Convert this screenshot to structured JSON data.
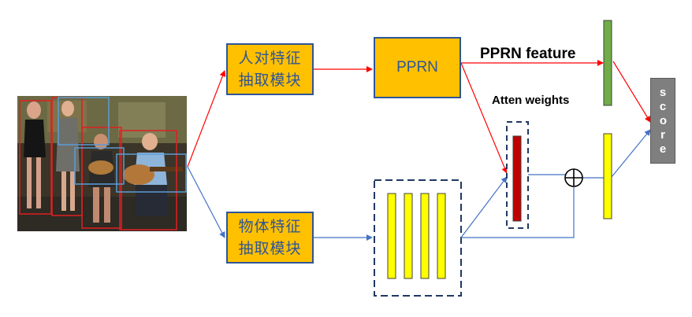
{
  "boxes": {
    "person_module": "人对特征\n抽取模块",
    "object_module": "物体特征\n抽取模块",
    "pprn": "PPRN",
    "score": "score"
  },
  "labels": {
    "pprn_feature": "PPRN feature",
    "atten_weights": "Atten weights",
    "plus_symbol": "⊕"
  },
  "colors": {
    "module_fill": "#ffc000",
    "module_border": "#2f5597",
    "person_arrow": "#ff0000",
    "object_arrow": "#4472c4",
    "feature_bar_yellow": "#ffff00",
    "feature_bar_green": "#70ad47",
    "attention_bar": "#c00000",
    "score_fill": "#7f7f7f"
  }
}
